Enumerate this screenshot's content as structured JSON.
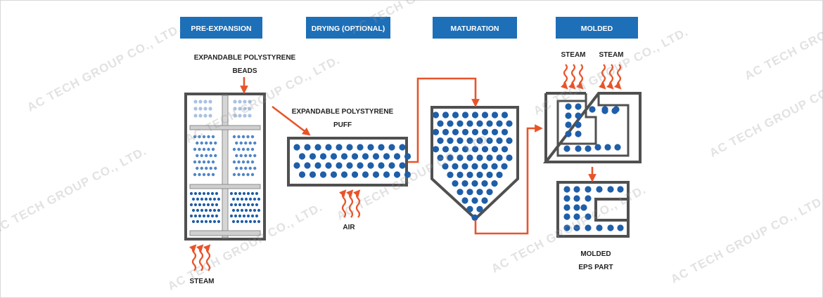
{
  "colors": {
    "header_bg": "#1d6fb8",
    "header_text": "#ffffff",
    "vessel": "#505050",
    "bead_dark": "#1f5ea8",
    "bead_mid": "#4f86c6",
    "bead_light": "#a9c2e2",
    "flow_arrow": "#e8542a",
    "label": "#222222"
  },
  "steps": [
    {
      "label": "PRE-EXPANSION"
    },
    {
      "label": "DRYING (OPTIONAL)"
    },
    {
      "label": "MATURATION"
    },
    {
      "label": "MOLDED"
    }
  ],
  "labels": {
    "beads_line1": "EXPANDABLE POLYSTYRENE",
    "beads_line2": "BEADS",
    "puff_line1": "EXPANDABLE POLYSTYRENE",
    "puff_line2": "PUFF",
    "air": "AIR",
    "steam_bottom": "STEAM",
    "steam_left": "STEAM",
    "steam_right": "STEAM",
    "molded_line1": "MOLDED",
    "molded_line2": "EPS PART"
  },
  "watermark": "AC TECH GROUP CO., LTD."
}
